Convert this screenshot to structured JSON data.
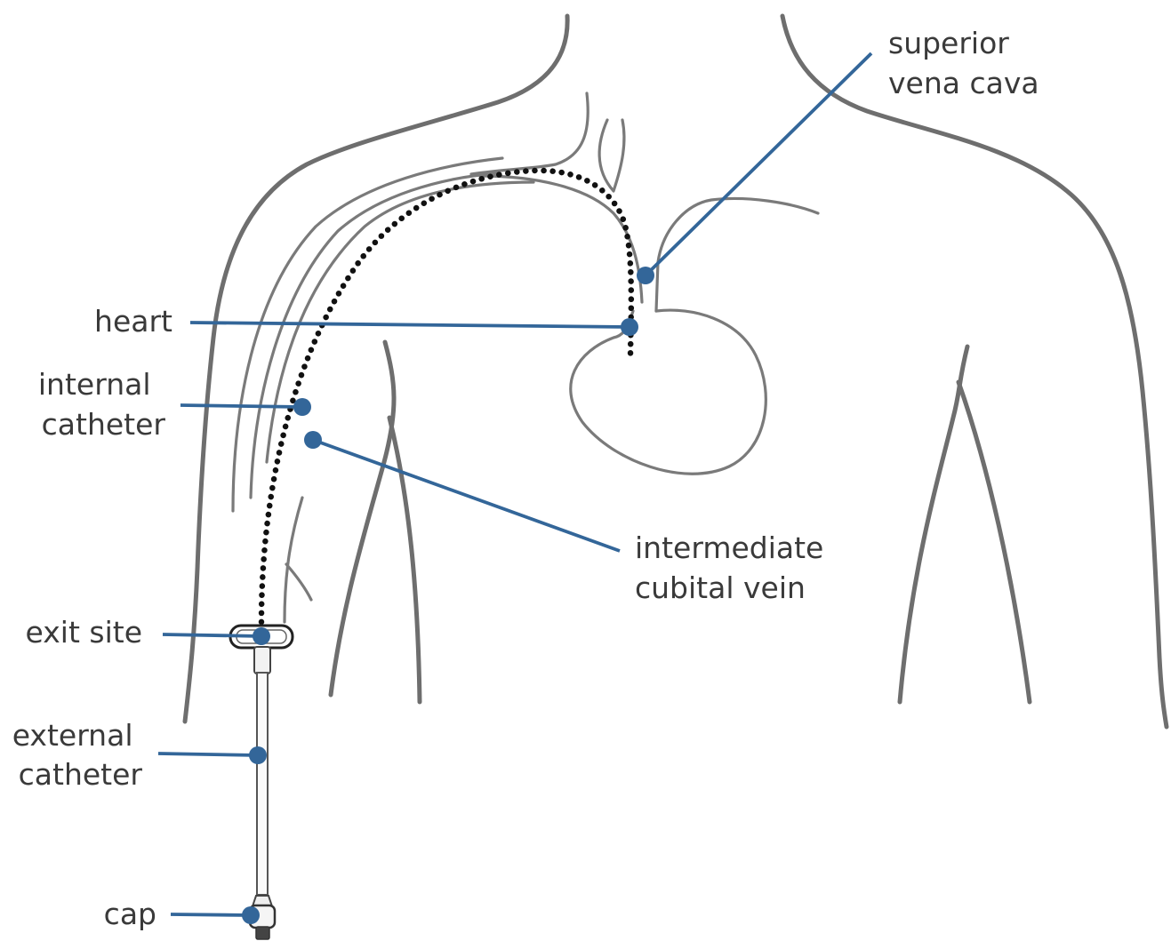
{
  "labels": {
    "superior_vena_cava": [
      "superior",
      "vena cava"
    ],
    "heart": [
      "heart"
    ],
    "internal_catheter": [
      "internal",
      "catheter"
    ],
    "intermediate_cubital_vein": [
      "intermediate",
      "cubital vein"
    ],
    "exit_site": [
      "exit site"
    ],
    "external_catheter": [
      "external",
      "catheter"
    ],
    "cap": [
      "cap"
    ]
  },
  "colors": {
    "leader": "#336699",
    "outline": "#6e6e6e",
    "label_text": "#3a3a3a",
    "catheter_dots": "#111111"
  }
}
